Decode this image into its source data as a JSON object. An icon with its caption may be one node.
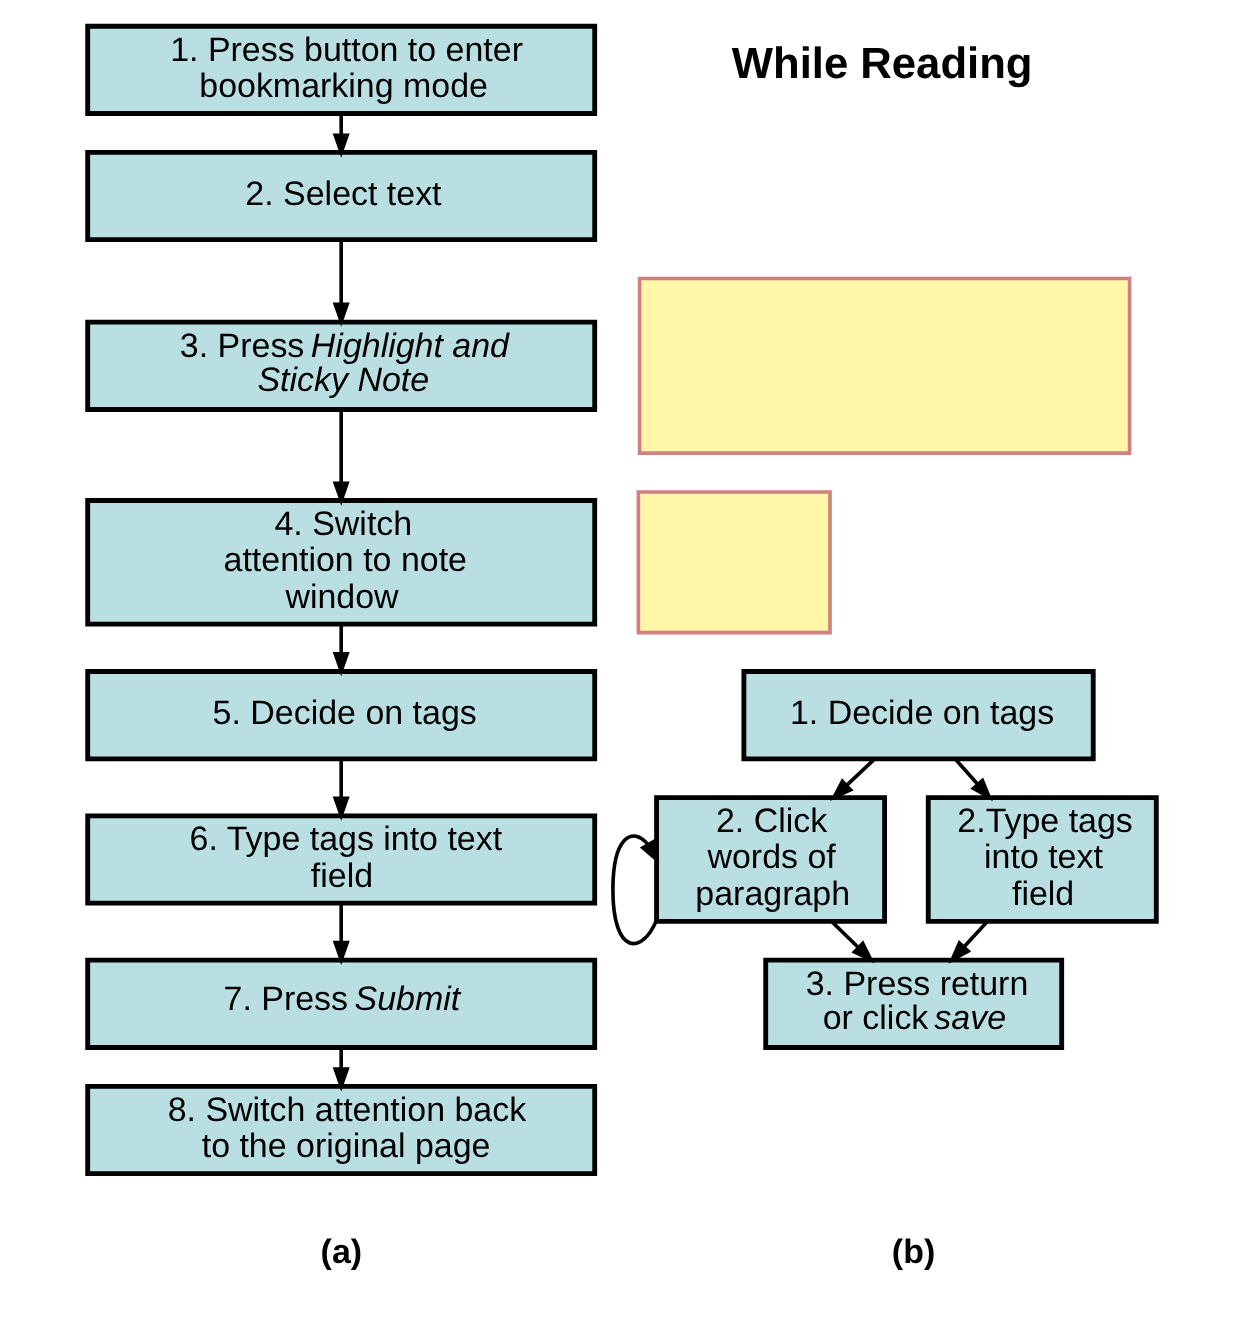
{
  "diagram": {
    "nodes": [
      {
        "text": [
          "1. Press button to enter bookmarking mode"
        ]
      },
      {
        "text": [
          "2. Select text"
        ]
      },
      {
        "text": [
          "3. Press *Highlight and Sticky Note*"
        ]
      },
      {
        "text": [
          "4. Switch attention to note window"
        ]
      },
      {
        "text": [],
        "shape": "box"
      },
      {
        "text": [
          "5. Decide on tags"
        ]
      },
      {
        "text": [
          "6. Type tags into text field"
        ]
      },
      {
        "text": [
          "7. Press *Submit*"
        ]
      },
      {
        "text": [
          "8. Switch attention back to the original page"
        ]
      },
      {
        "text": [],
        "shape": "box"
      },
      {
        "text": [
          "1. Decide on tags"
        ]
      },
      {
        "text": [
          "2. Click words of paragraph"
        ]
      },
      {
        "text": [
          "2.Type tags into text field"
        ]
      },
      {
        "text": [
          "3. Press return or click *save*"
        ]
      }
    ],
    "edges": [
      {
        "from": 0,
        "to": 1,
        "arrow": "to"
      },
      {
        "from": 1,
        "to": 2,
        "arrow": "to"
      },
      {
        "from": 2,
        "to": 3,
        "arrow": "to"
      },
      {
        "from": 3,
        "to": 5,
        "arrow": "to"
      },
      {
        "from": 5,
        "to": 6,
        "arrow": "to"
      },
      {
        "from": 6,
        "to": 7,
        "arrow": "to"
      },
      {
        "from": 7,
        "to": 8,
        "arrow": "to"
      },
      {
        "from": 10,
        "to": 11,
        "arrow": "to"
      },
      {
        "from": 10,
        "to": 12,
        "arrow": "to"
      },
      {
        "from": 11,
        "to": 11,
        "arrow": "to"
      },
      {
        "from": 11,
        "to": 13,
        "arrow": "to"
      },
      {
        "from": 12,
        "to": 13,
        "arrow": "to"
      }
    ],
    "labels": [
      "While Reading",
      "(a)",
      "(b)"
    ]
  }
}
